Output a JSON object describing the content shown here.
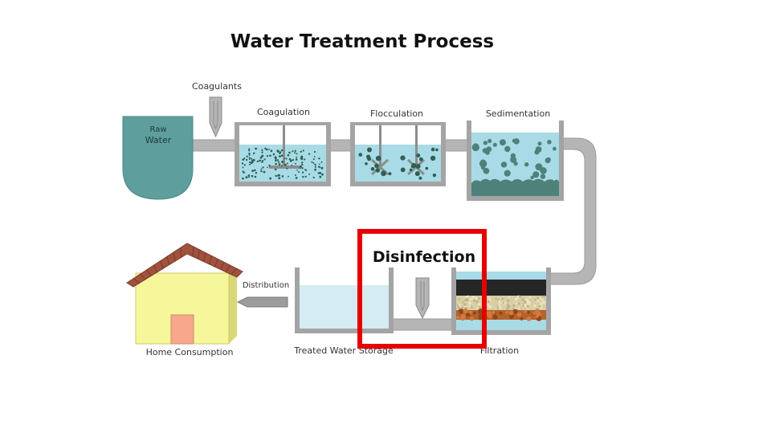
{
  "title": "Water Treatment Process",
  "labels": {
    "raw_water_line1": "Raw",
    "raw_water_line2": "Water",
    "coagulants": "Coagulants",
    "coagulation": "Coagulation",
    "flocculation": "Flocculation",
    "sedimentation": "Sedimentation",
    "disinfection": "Disinfection",
    "filtration": "Filtration",
    "treated_water_storage": "Treated Water Storage",
    "distribution": "Distribution",
    "home_consumption": "Home Consumption"
  },
  "colors": {
    "pipe": "#b5b5b5",
    "tank_frame": "#9e9e9e",
    "water": "#a8dbe6",
    "raw_water": "#5e9e9c",
    "particles": "#2f5f55",
    "highlight": "#e60000",
    "house_wall": "#f6f79a",
    "house_door": "#f7a88a",
    "roof": "#a0523c"
  }
}
